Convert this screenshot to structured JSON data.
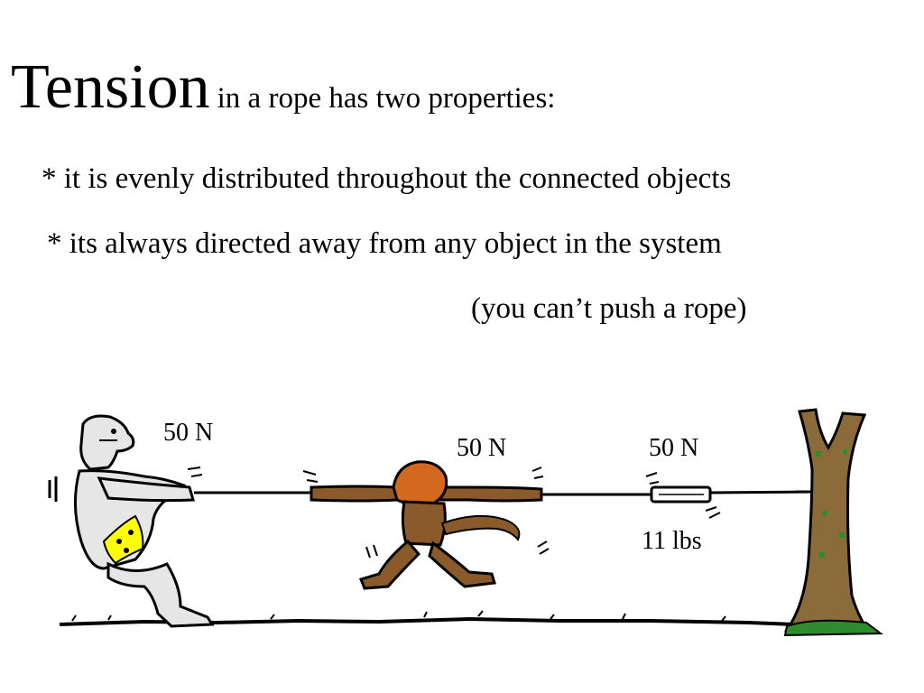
{
  "slide": {
    "title_word": "Tension",
    "title_rest": "in a rope has two properties:",
    "bullets": [
      "*  it is evenly distributed throughout the connected objects",
      "*  its always directed away from any object in the system"
    ],
    "note": "(you can’t push a rope)"
  },
  "illustration": {
    "force_labels": [
      "50 N",
      "50 N",
      "50 N"
    ],
    "scale_reading": "11 lbs",
    "figures": [
      "strongman",
      "monkey",
      "spring-scale",
      "tree"
    ],
    "colors": {
      "strongman_body": "#e6e6e6",
      "loincloth": "#ffff00",
      "monkey": "#8b5a2b",
      "monkey_head": "#d2691e",
      "tree_trunk": "#8b6b3a",
      "leaves": "#2e8b2e",
      "outline": "#000000"
    }
  }
}
